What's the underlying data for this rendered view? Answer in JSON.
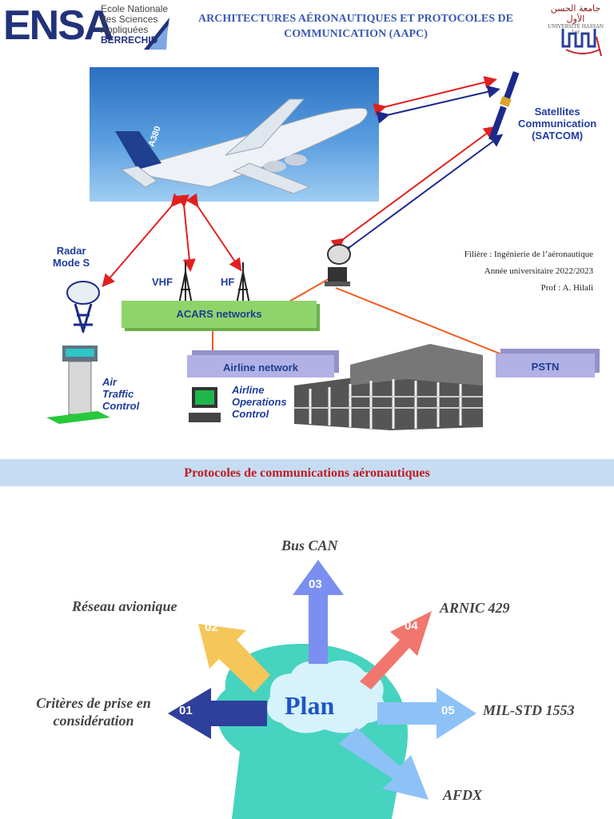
{
  "header": {
    "logo_main": "ENSA",
    "logo_lines": [
      "Ecole Nationale",
      "des Sciences",
      "Appliquées"
    ],
    "logo_city": "BERRECHID",
    "title_line1": "ARCHITECTURES AÉRONAUTIQUES ET PROTOCOLES DE",
    "title_line2": "COMMUNICATION (AAPC)",
    "university_ar": "جامعة الحسن الأول",
    "university_sub": "UNIVERSITÉ HASSAN 1er"
  },
  "diagram": {
    "satellite_label": [
      "Satellites",
      "Communication",
      "(SATCOM)"
    ],
    "radar_label": [
      "Radar",
      "Mode S"
    ],
    "vhf_label": "VHF",
    "hf_label": "HF",
    "acars_label": "ACARS networks",
    "airline_network_label": "Airline network",
    "pstn_label": "PSTN",
    "atc_label": [
      "Air",
      "Traffic",
      "Control"
    ],
    "aoc_label": [
      "Airline",
      "Operations",
      "Control"
    ],
    "plane_code": "A380"
  },
  "info": {
    "filiere": "Filière  : Ingénierie  de l’aéronautique",
    "annee": "Année universitaire  2022/2023",
    "prof": "Prof : A. Hilali"
  },
  "section_title": "Protocoles de communications aéronautiques",
  "plan": {
    "center": "Plan",
    "items": [
      {
        "num": "01",
        "label": "Critères de prise en considération",
        "color": "#2e3f9c"
      },
      {
        "num": "02",
        "label": "Réseau avionique",
        "color": "#f5c65a"
      },
      {
        "num": "03",
        "label": "Bus CAN",
        "color": "#7b8ff0"
      },
      {
        "num": "04",
        "label": "ARNIC 429",
        "color": "#f0766e"
      },
      {
        "num": "05",
        "label": "MIL-STD 1553",
        "color": "#8ec2f7"
      },
      {
        "num": "",
        "label": "AFDX",
        "color": "#8ec2f7"
      }
    ]
  },
  "colors": {
    "title_blue": "#3a59b0",
    "band_bg": "#c6dcf2",
    "band_text": "#c01d24",
    "acars_green": "#8fd46a",
    "network_purple": "#b2b1e6",
    "head_teal": "#46d3c0"
  }
}
